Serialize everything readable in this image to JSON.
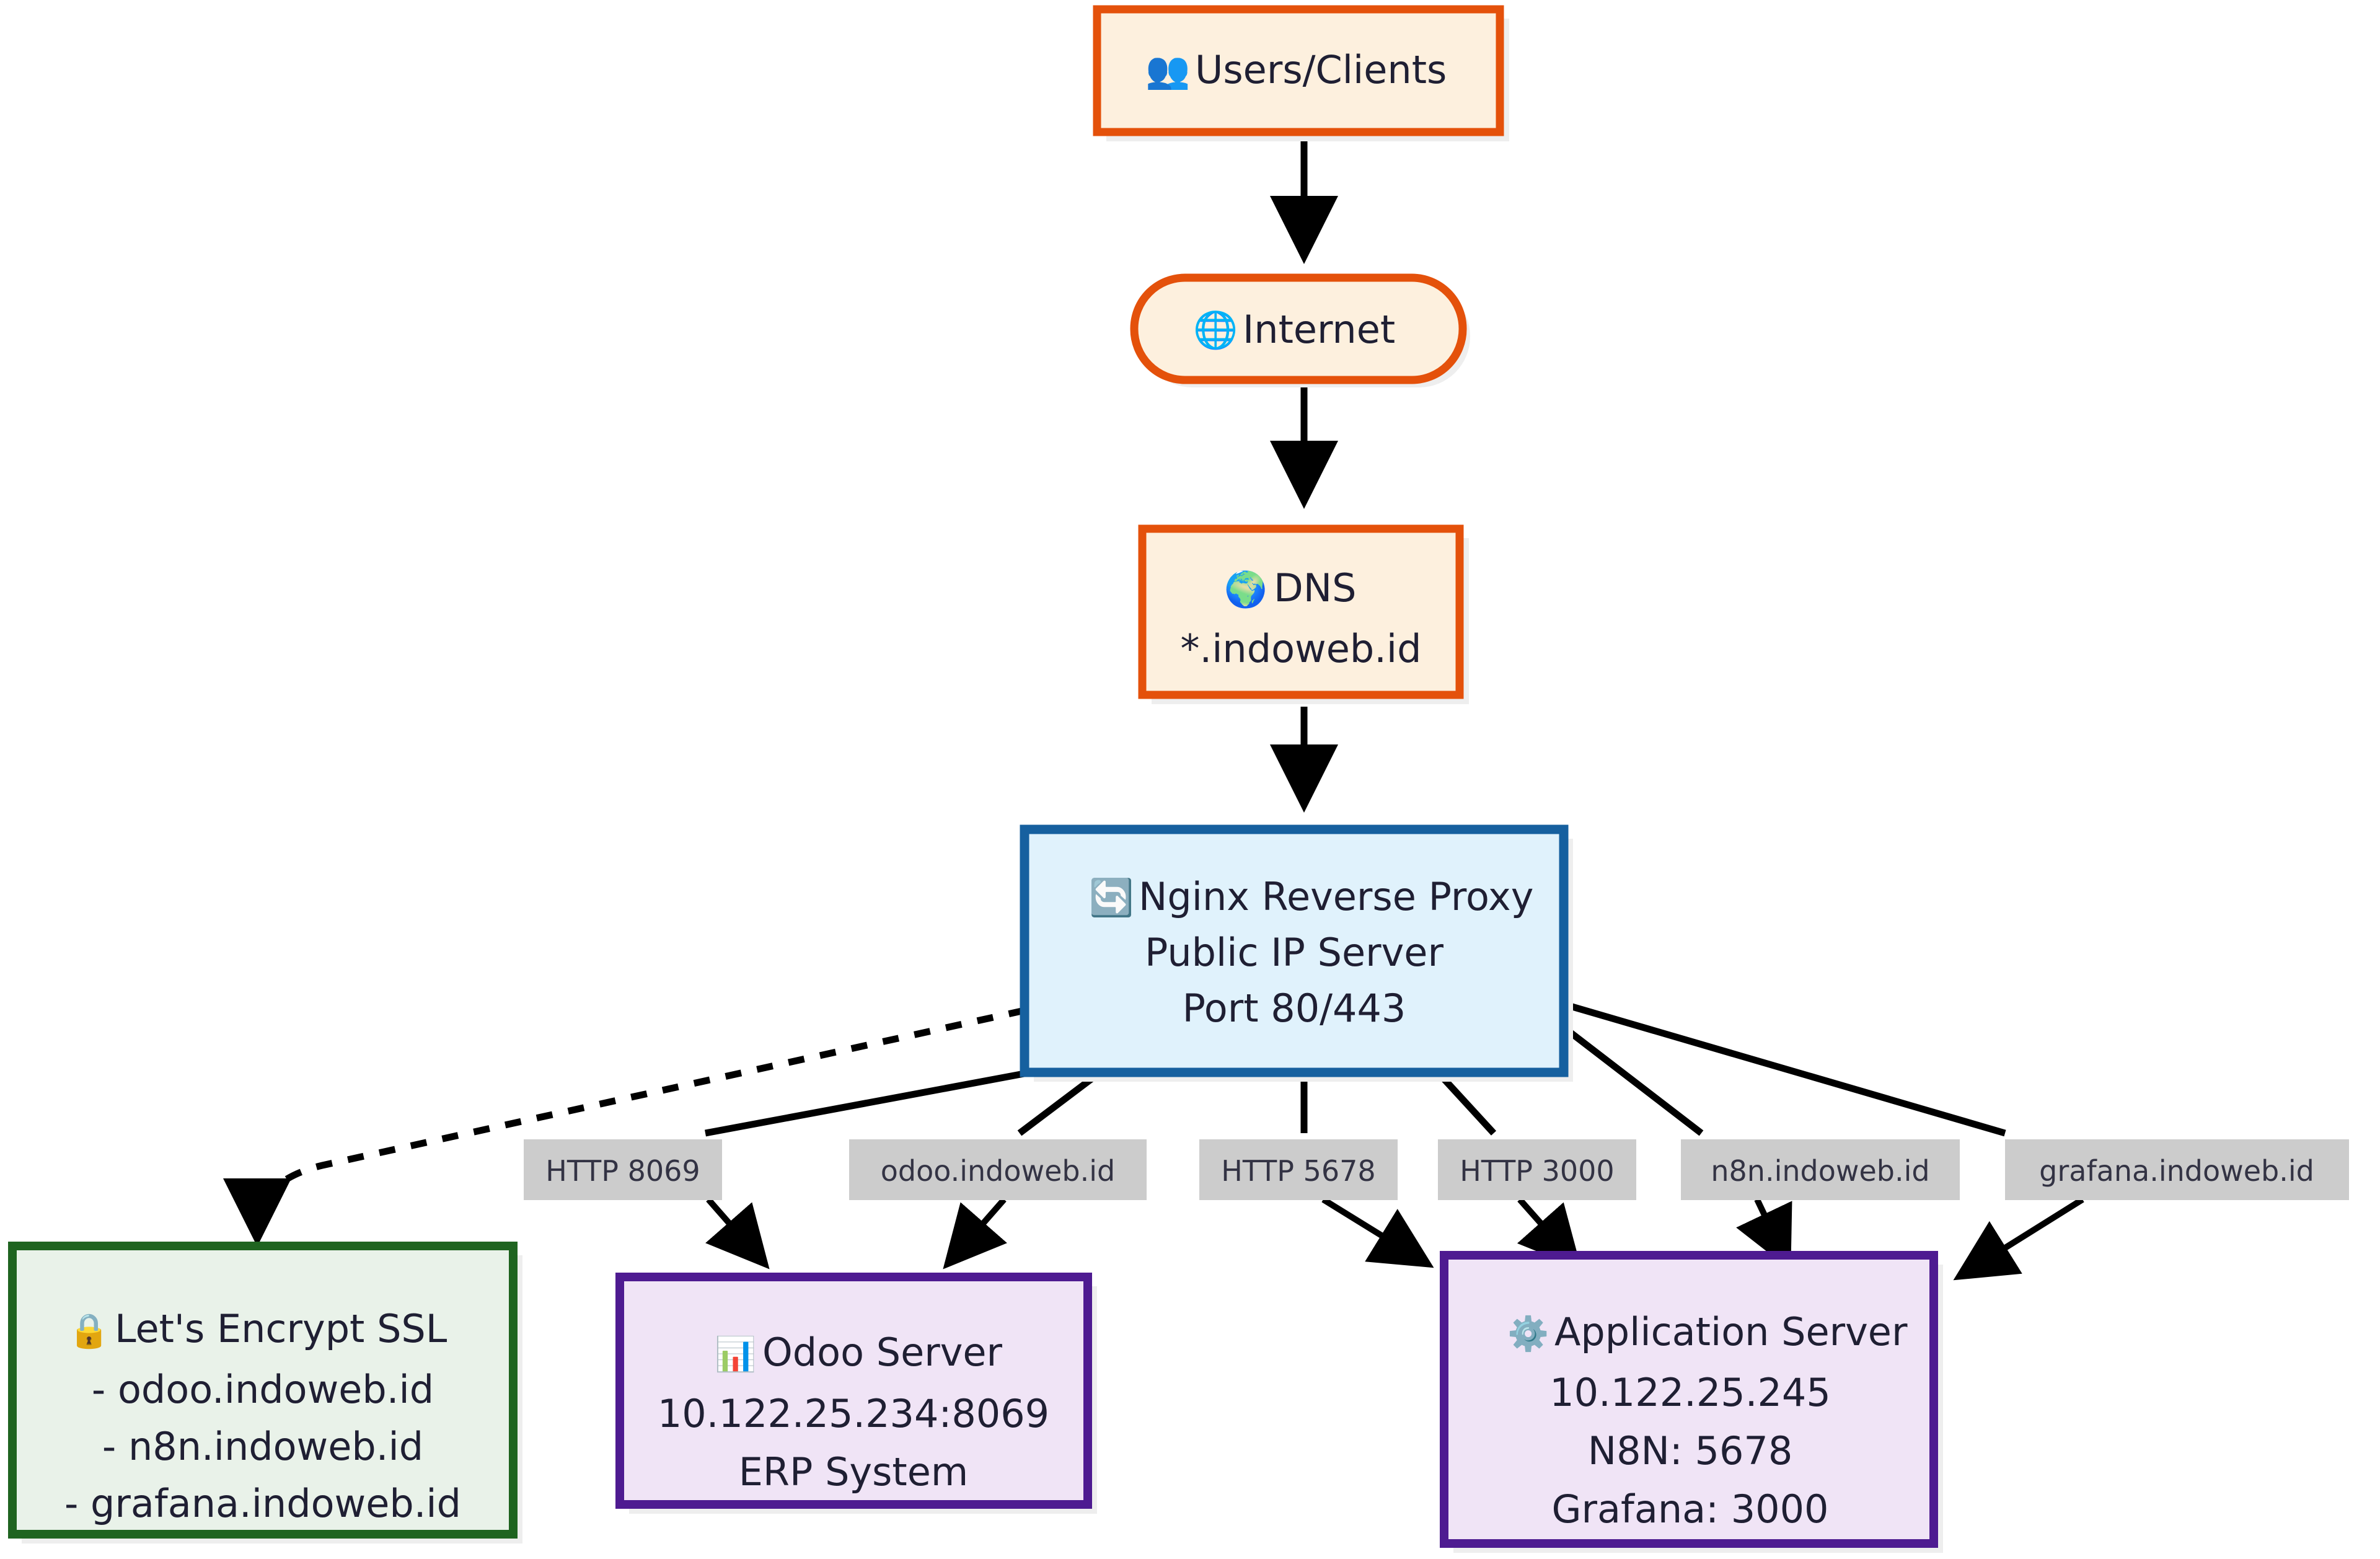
{
  "diagram": {
    "type": "flowchart",
    "direction": "top-down",
    "background": "#ffffff",
    "title": "Network architecture: users to reverse proxy to application servers",
    "palette": {
      "orange_border": "#e4510b",
      "orange_fill": "#fdf0de",
      "blue_border": "#16609f",
      "blue_fill": "#e0f2fc",
      "green_border": "#1f6420",
      "green_fill": "#e9f2e9",
      "purple_border": "#4e1b91",
      "purple_fill": "#f0e4f6",
      "edge_stroke": "#000000",
      "edge_label_bg": "#cccccc",
      "text": "#1f1f33"
    },
    "nodes": [
      {
        "id": "users",
        "shape": "rect",
        "icon": "users-icon",
        "icon_glyph": "👥",
        "lines": [
          "Users/Clients"
        ],
        "style": "orange"
      },
      {
        "id": "internet",
        "shape": "stadium",
        "icon": "globe-grid-icon",
        "icon_glyph": "🌐",
        "lines": [
          "Internet"
        ],
        "style": "orange"
      },
      {
        "id": "dns",
        "shape": "rect",
        "icon": "earth-globe-icon",
        "icon_glyph": "🌍",
        "lines": [
          "DNS",
          "*.indoweb.id"
        ],
        "style": "orange"
      },
      {
        "id": "nginx",
        "shape": "rect",
        "icon": "arrows-counterclockwise-icon",
        "icon_glyph": "🔄",
        "lines": [
          "Nginx Reverse Proxy",
          "Public IP Server",
          "Port 80/443"
        ],
        "style": "blue"
      },
      {
        "id": "ssl",
        "shape": "rect",
        "icon": "lock-icon",
        "icon_glyph": "🔒",
        "lines": [
          "Let's Encrypt SSL",
          "- odoo.indoweb.id",
          "- n8n.indoweb.id",
          "- grafana.indoweb.id"
        ],
        "style": "green"
      },
      {
        "id": "odoo",
        "shape": "rect",
        "icon": "bar-chart-icon",
        "icon_glyph": "📊",
        "lines": [
          "Odoo Server",
          "10.122.25.234:8069",
          "ERP System"
        ],
        "style": "purple"
      },
      {
        "id": "appserver",
        "shape": "rect",
        "icon": "gear-icon",
        "icon_glyph": "⚙️",
        "lines": [
          "Application Server",
          "10.122.25.245",
          "N8N: 5678",
          "Grafana: 3000"
        ],
        "style": "purple"
      }
    ],
    "edges": [
      {
        "from": "users",
        "to": "internet",
        "label": "",
        "style": "solid"
      },
      {
        "from": "internet",
        "to": "dns",
        "label": "",
        "style": "solid"
      },
      {
        "from": "dns",
        "to": "nginx",
        "label": "",
        "style": "solid"
      },
      {
        "from": "nginx",
        "to": "ssl",
        "label": "",
        "style": "dotted"
      },
      {
        "from": "nginx",
        "to": "odoo",
        "label": "HTTP 8069",
        "style": "solid"
      },
      {
        "from": "nginx",
        "to": "odoo",
        "label": "odoo.indoweb.id",
        "style": "solid"
      },
      {
        "from": "nginx",
        "to": "appserver",
        "label": "HTTP 5678",
        "style": "solid"
      },
      {
        "from": "nginx",
        "to": "appserver",
        "label": "HTTP 3000",
        "style": "solid"
      },
      {
        "from": "nginx",
        "to": "appserver",
        "label": "n8n.indoweb.id",
        "style": "solid"
      },
      {
        "from": "nginx",
        "to": "appserver",
        "label": "grafana.indoweb.id",
        "style": "solid"
      }
    ],
    "edge_labels": [
      "HTTP 8069",
      "odoo.indoweb.id",
      "HTTP 5678",
      "HTTP 3000",
      "n8n.indoweb.id",
      "grafana.indoweb.id"
    ]
  }
}
